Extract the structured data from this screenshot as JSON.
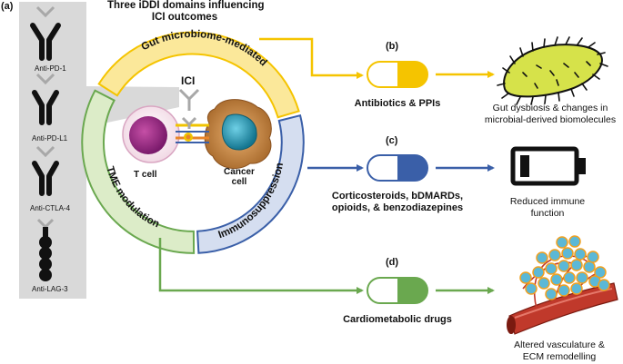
{
  "panel_a": {
    "label": "(a)",
    "antibodies": [
      {
        "label": "Anti-PD-1",
        "icon": "antibody-icon"
      },
      {
        "label": "Anti-PD-L1",
        "icon": "antibody-icon"
      },
      {
        "label": "Anti-CTLA-4",
        "icon": "antibody-icon"
      },
      {
        "label": "Anti-LAG-3",
        "icon": "chain-antibody-icon"
      }
    ]
  },
  "title_line1": "Three iDDI domains influencing",
  "title_line2": "ICI outcomes",
  "ici_label": "ICI",
  "tcell_label": "T cell",
  "cancer_label_1": "Cancer",
  "cancer_label_2": "cell",
  "domains": {
    "gut": "Gut microbiome-mediated",
    "tme": "TME modulation",
    "immuno": "Immunosuppression"
  },
  "colors": {
    "gut": "#f5c400",
    "gut_fill": "#fbe89a",
    "tme": "#6aa84f",
    "tme_fill": "#dcecc8",
    "immuno": "#3a5fa8",
    "immuno_fill": "#d5def0",
    "panel_grey": "#d9d9d9"
  },
  "panel_b": {
    "label": "(b)",
    "drug": "Antibiotics & PPIs",
    "outcome_line1": "Gut dysbiosis & changes in",
    "outcome_line2": "microbial-derived biomolecules"
  },
  "panel_c": {
    "label": "(c)",
    "drug_line1": "Corticosteroids, bDMARDs,",
    "drug_line2": "opioids, & benzodiazepines",
    "outcome_line1": "Reduced immune",
    "outcome_line2": "function"
  },
  "panel_d": {
    "label": "(d)",
    "drug": "Cardiometabolic drugs",
    "outcome_line1": "Altered vasculature &",
    "outcome_line2": "ECM remodelling"
  }
}
